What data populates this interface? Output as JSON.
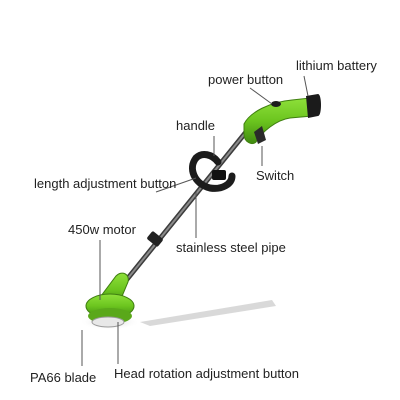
{
  "labels": {
    "lithium_battery": "lithium battery",
    "power_button": "power button",
    "handle": "handle",
    "switch": "Switch",
    "length_adjustment_button": "length adjustment button",
    "motor": "450w motor",
    "stainless_steel_pipe": "stainless steel pipe",
    "blade": "PA66 blade",
    "head_rotation_adjustment_button": "Head rotation adjustment button"
  },
  "colors": {
    "body_green": "#6cc51f",
    "body_dark_green": "#4a9a12",
    "battery_black": "#1b1b1b",
    "pipe_steel": "#6e6e6e",
    "leader_line": "#555555",
    "text": "#222222"
  }
}
